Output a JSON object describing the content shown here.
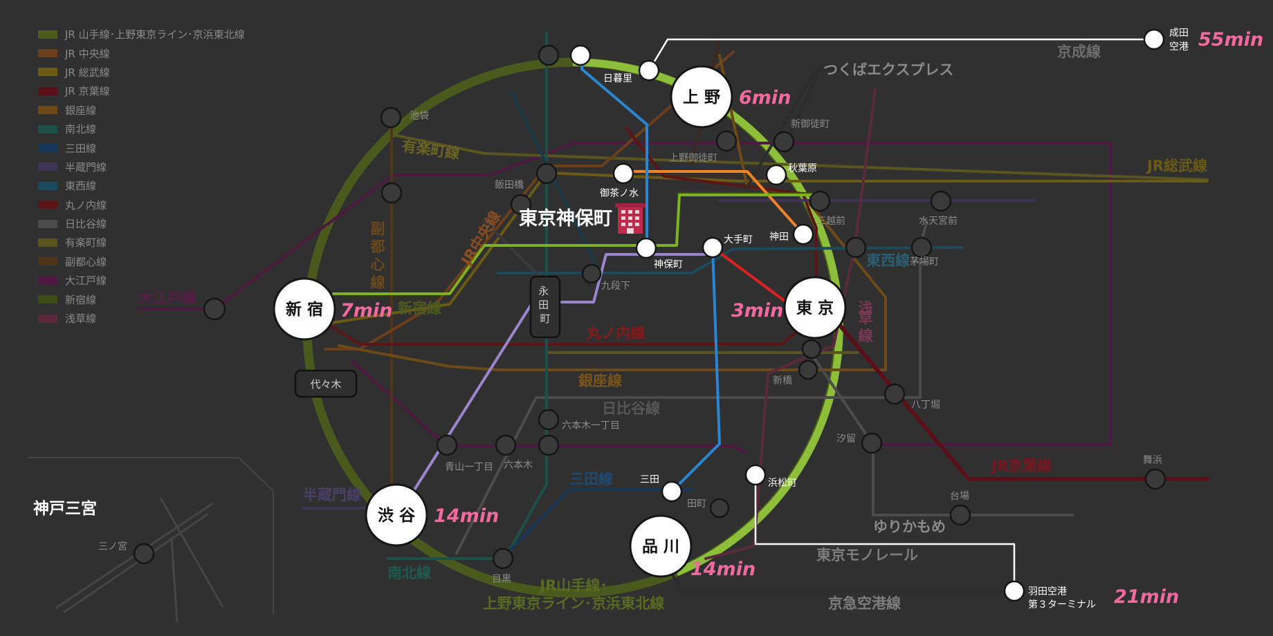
{
  "legend": [
    {
      "name": "JR 山手線･上野東京ライン･京浜東北線",
      "color": "#4d5c1c"
    },
    {
      "name": "JR 中央線",
      "color": "#6b3e1c"
    },
    {
      "name": "JR 総武線",
      "color": "#6b5a14"
    },
    {
      "name": "JR 京葉線",
      "color": "#5a1018"
    },
    {
      "name": "銀座線",
      "color": "#6e4a18"
    },
    {
      "name": "南北線",
      "color": "#1d5048"
    },
    {
      "name": "三田線",
      "color": "#163858"
    },
    {
      "name": "半蔵門線",
      "color": "#3e3456"
    },
    {
      "name": "東西線",
      "color": "#1a4a5c"
    },
    {
      "name": "丸ノ内線",
      "color": "#5a1616"
    },
    {
      "name": "日比谷線",
      "color": "#4c4c4c"
    },
    {
      "name": "有楽町線",
      "color": "#5a5420"
    },
    {
      "name": "副都心線",
      "color": "#4e3418"
    },
    {
      "name": "大江戸線",
      "color": "#4e1840"
    },
    {
      "name": "新宿線",
      "color": "#3e4c18"
    },
    {
      "name": "浅草線",
      "color": "#5a2a3c"
    }
  ],
  "lines": {
    "keisei": "京成線",
    "tsukuba": "つくばエクスプレス",
    "yurakucho": "有楽町線",
    "fukutoshin": "副都心線",
    "chuo": "JR中央線",
    "sobu": "JR総武線",
    "tozai": "東西線",
    "asakusa": "浅草線",
    "marunouchi": "丸ノ内線",
    "ginza": "銀座線",
    "hibiya": "日比谷線",
    "oedo": "大江戸線",
    "shinjuku": "新宿線",
    "hanzomon": "半蔵門線",
    "namboku": "南北線",
    "mita": "三田線",
    "keiyo": "JR京葉線",
    "yurikamome": "ゆりかもめ",
    "monorail": "東京モノレール",
    "keikyu": "京急空港線",
    "yamanote_1": "JR山手線･",
    "yamanote_2": "上野東京ライン･京浜東北線"
  },
  "hubs": {
    "ueno": {
      "name": "上 野",
      "time": "6min"
    },
    "tokyo": {
      "name": "東 京",
      "time": "3min"
    },
    "shinjuku": {
      "name": "新 宿",
      "time": "7min"
    },
    "shibuya": {
      "name": "渋 谷",
      "time": "14min"
    },
    "shinagawa": {
      "name": "品 川",
      "time": "14min"
    }
  },
  "airports": {
    "narita": {
      "line1": "成田",
      "line2": "空港",
      "time": "55min"
    },
    "haneda": {
      "line1": "羽田空港",
      "line2": "第３ターミナル",
      "time": "21min"
    }
  },
  "stations": {
    "nippori": "日暮里",
    "ikebukuro": "池袋",
    "shin_okachimachi": "新御徒町",
    "ueno_okachimachi": "上野御徒町",
    "akihabara": "秋葉原",
    "iidabashi": "飯田橋",
    "ochanomizu": "御茶ノ水",
    "mitsukoshimae": "三越前",
    "suitengumae": "水天宮前",
    "kanda": "神田",
    "otemachi": "大手町",
    "jimbocho": "神保町",
    "kayabacho": "茅場町",
    "kudanshita": "九段下",
    "nagatacho": "永\n田\n町",
    "yoyogi": "代々木",
    "shimbashi": "新橋",
    "hatchobori": "八丁堀",
    "roppongi_itchome": "六本木一丁目",
    "shiodome": "汐留",
    "aoyama_itchome": "青山一丁目",
    "roppongi": "六本木",
    "maihama": "舞浜",
    "hamamatsucho": "浜松町",
    "mita": "三田",
    "daiba": "台場",
    "tamachi": "田町",
    "meguro": "目黒"
  },
  "destination": "東京神保町",
  "kobe": {
    "title": "神戸三宮",
    "station": "三ノ宮"
  }
}
